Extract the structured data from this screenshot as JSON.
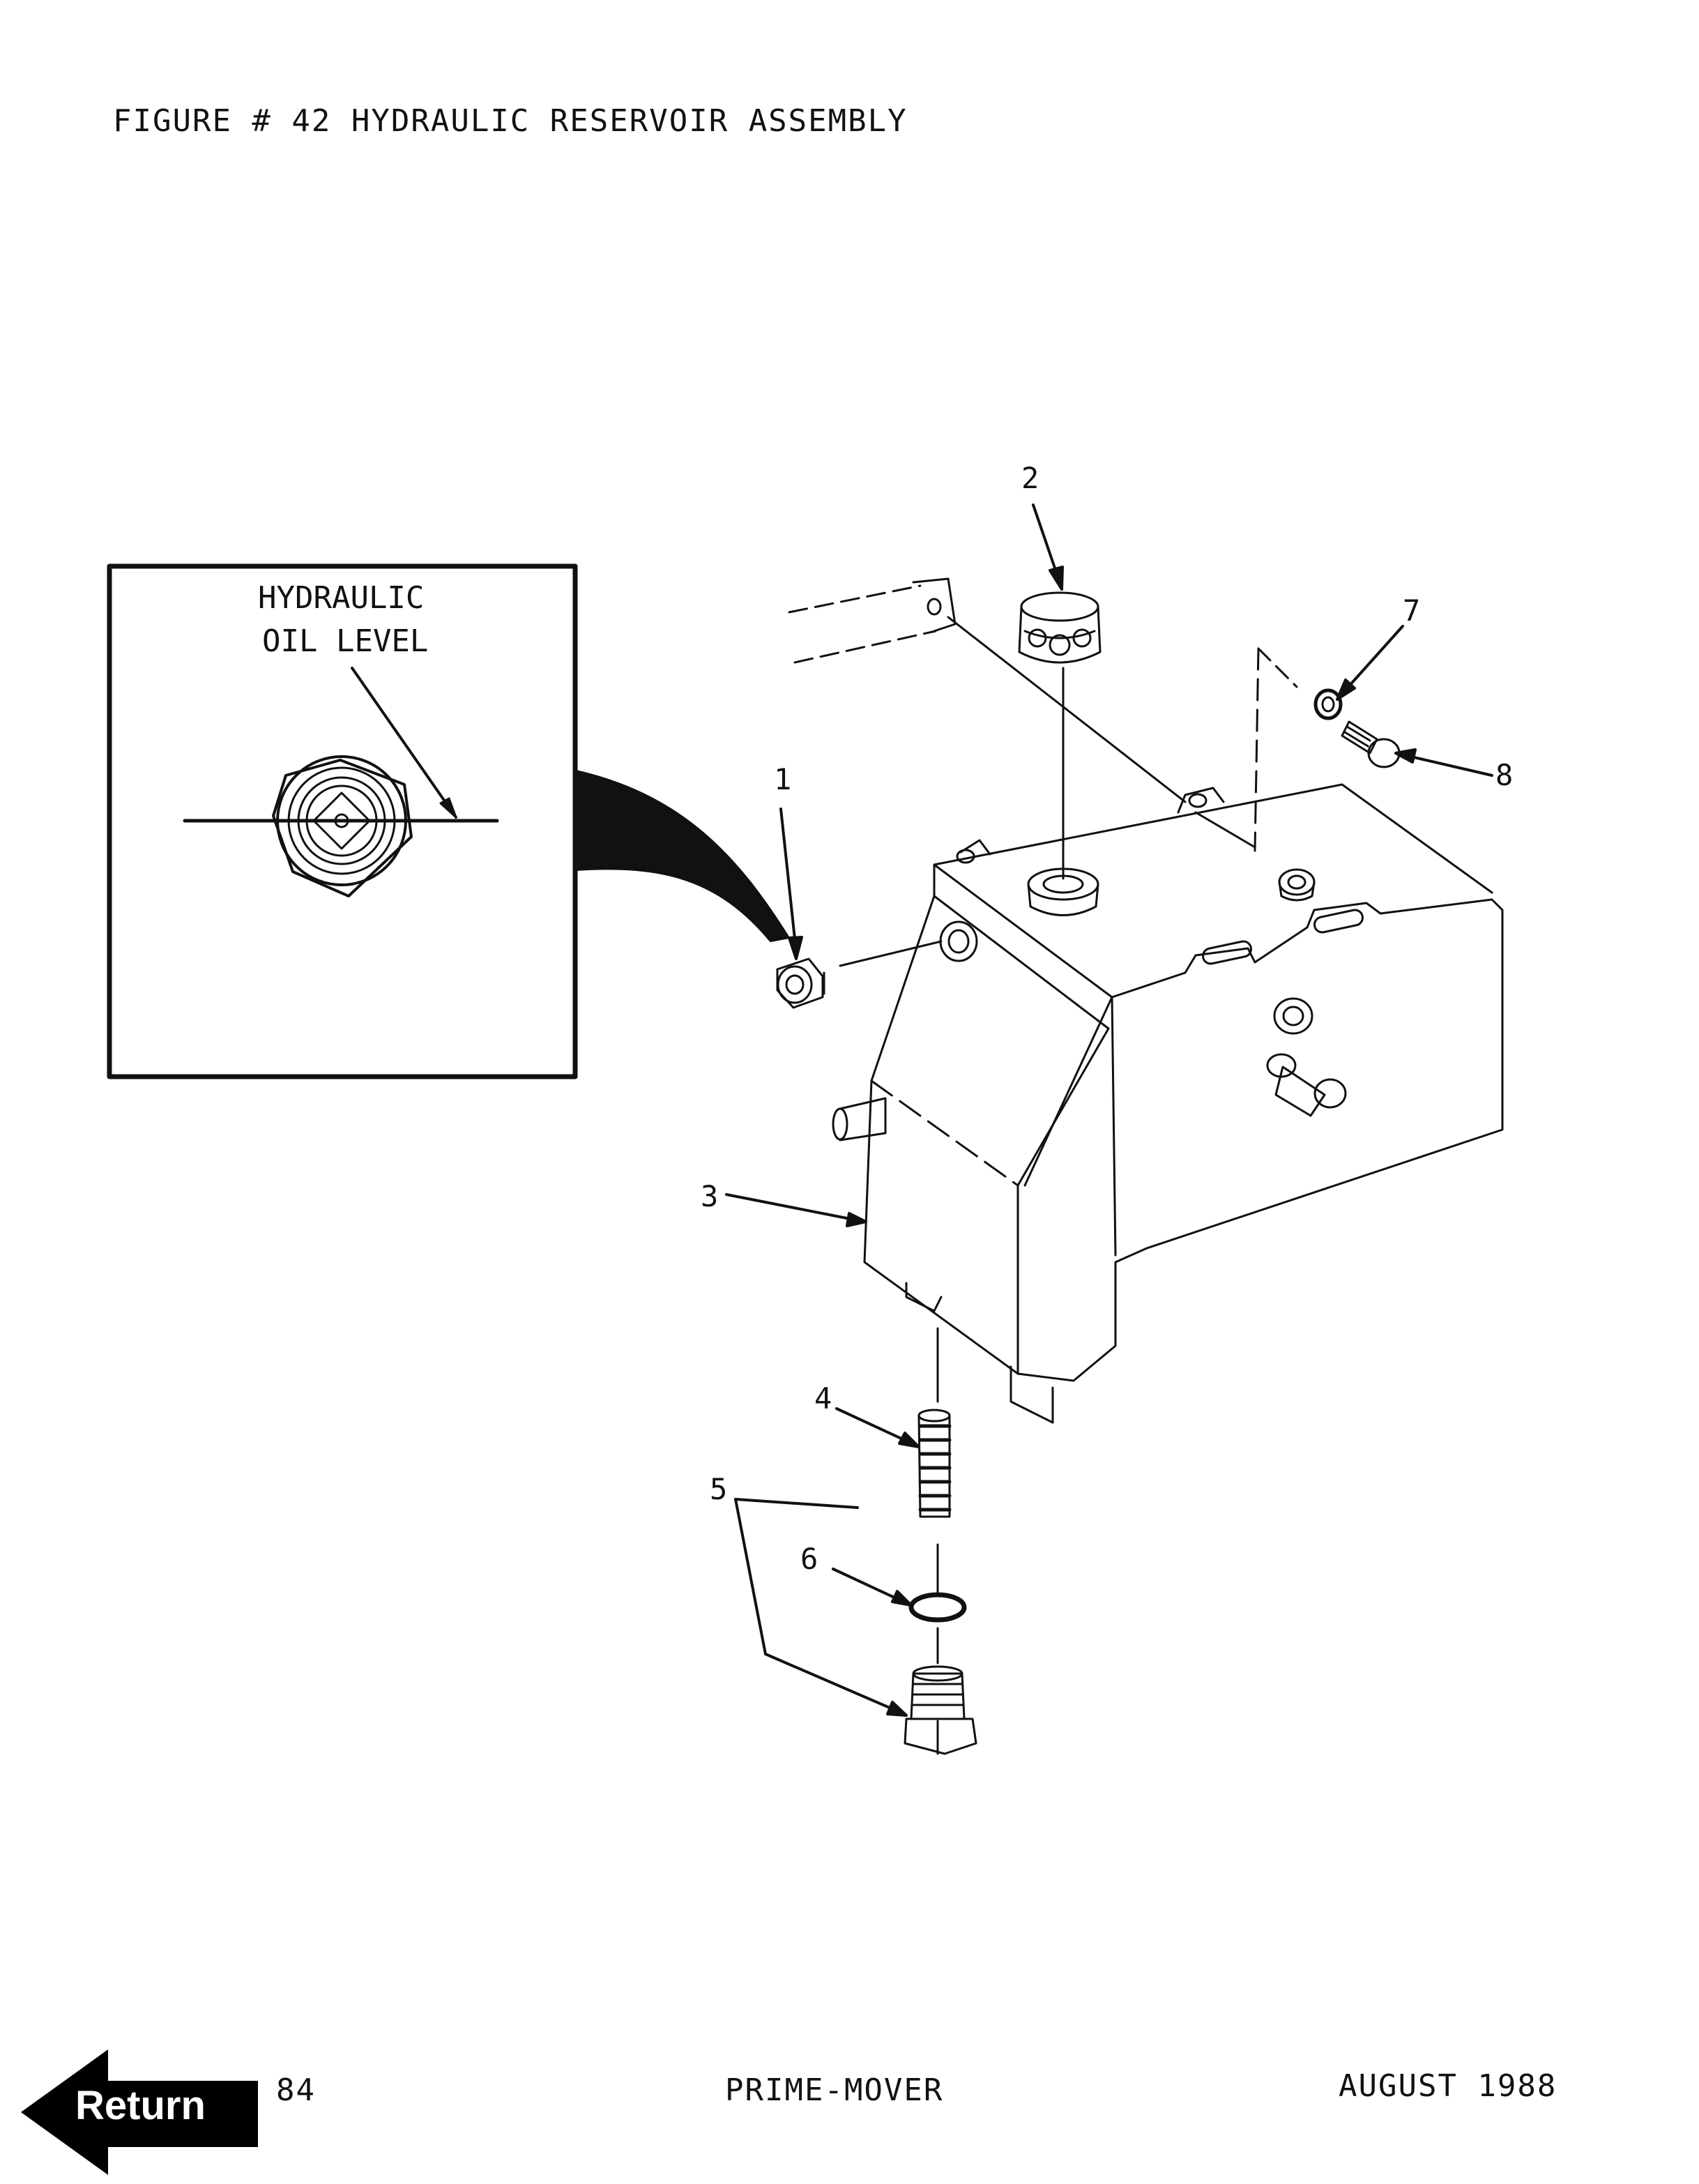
{
  "figure": {
    "title": "FIGURE # 42 HYDRAULIC RESERVOIR ASSEMBLY"
  },
  "inset": {
    "label_line1": "HYDRAULIC",
    "label_line2": "OIL LEVEL"
  },
  "callouts": [
    "1",
    "2",
    "3",
    "4",
    "5",
    "6",
    "7",
    "8"
  ],
  "footer": {
    "page": "84",
    "center": "PRIME-MOVER",
    "date": "AUGUST 1988"
  },
  "return_button": {
    "label": "Return",
    "icon": "left-arrow-icon"
  }
}
